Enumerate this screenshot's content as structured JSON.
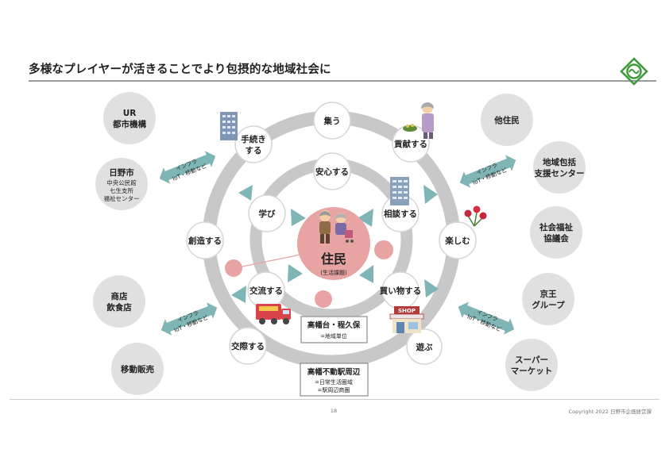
{
  "title": "多様なプレイヤーが活きることでより包摂的な地域社会に",
  "footer": {
    "page": "18",
    "copyright": "Copyright 2022 日野市企画経営課"
  },
  "center": {
    "label": "住民",
    "sub": "(生活課題)"
  },
  "outer_ring_nodes": [
    "集う",
    "貢献する",
    "楽しむ",
    "遊ぶ",
    "交際する",
    "創造する",
    "手続き",
    "する"
  ],
  "inner_ring_nodes": [
    "安心する",
    "相談する",
    "買い物する",
    "交流する",
    "学び"
  ],
  "area_boxes": [
    {
      "title": "高幡台・程久保",
      "lines": [
        "=地域単位"
      ]
    },
    {
      "title": "高幡不動駅周辺",
      "lines": [
        "=日常生活圏域",
        "=駅周辺商圏"
      ]
    }
  ],
  "left_players": {
    "ur": [
      "UR",
      "都市機構"
    ],
    "hino": {
      "title": "日野市",
      "lines": [
        "中央公民館",
        "七生支所",
        "福祉センター"
      ]
    },
    "shop": [
      "商店",
      "飲食店"
    ],
    "mobile": [
      "移動販売"
    ]
  },
  "right_players": [
    [
      "他住民"
    ],
    [
      "地域包括",
      "支援センター"
    ],
    [
      "社会福祉",
      "協議会"
    ],
    [
      "京王",
      "グループ"
    ],
    [
      "スーパー",
      "マーケット"
    ]
  ],
  "infra_label": [
    "インフラ",
    "IoT・移動など"
  ],
  "shop_sign": "SHOP",
  "colors": {
    "ring": "#c8c8c8",
    "node": "#ffffff",
    "node_border": "#d6d6d6",
    "player": "#e0e0e0",
    "arrow": "#7fb5b5",
    "center": "#e8a3a3",
    "accent_green": "#3d9a3a"
  }
}
